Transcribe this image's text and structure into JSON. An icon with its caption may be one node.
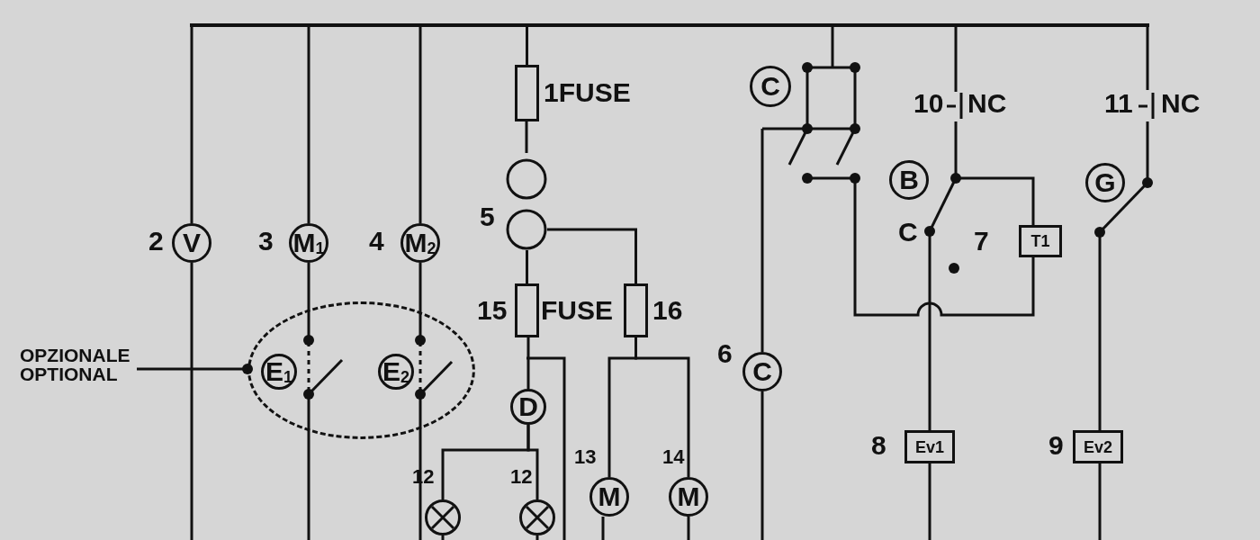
{
  "diagram": {
    "nodes": [
      {
        "text": [
          "V"
        ],
        "beside": [
          "2"
        ]
      },
      {
        "text": [
          "M$_{1}$"
        ],
        "beside": [
          "3"
        ]
      },
      {
        "text": [
          "M$_{2}$"
        ],
        "beside": [
          "4"
        ]
      },
      {
        "text": [],
        "shape": "box",
        "beside": [
          "1FUSE"
        ]
      },
      {
        "text": [],
        "shape": "circle",
        "beside": [
          "5"
        ]
      },
      {
        "text": [],
        "shape": "box",
        "beside": [
          "15"
        ]
      },
      {
        "text": [],
        "shape": "box",
        "beside": [
          "16"
        ]
      },
      {
        "text": [
          "C"
        ]
      },
      {
        "text": [
          "B"
        ]
      },
      {
        "text": [
          "G"
        ]
      },
      {
        "text": [
          "T1"
        ]
      },
      {
        "text": [],
        "shape": "ellipse"
      },
      {
        "text": [
          "E$_{1}$"
        ],
        "in": 11
      },
      {
        "text": [
          "E$_{2}$"
        ],
        "in": 11
      },
      {
        "text": [
          "D"
        ]
      },
      {
        "text": [],
        "shape": "circle",
        "beside": [
          "12"
        ]
      },
      {
        "text": [],
        "shape": "circle",
        "beside": [
          "12"
        ]
      },
      {
        "text": [
          "M"
        ],
        "beside": [
          "13"
        ]
      },
      {
        "text": [
          "M"
        ],
        "beside": [
          "14"
        ]
      },
      {
        "text": [
          "C"
        ],
        "beside": [
          "6"
        ]
      },
      {
        "text": [
          "Ev1"
        ],
        "beside": [
          "8"
        ]
      },
      {
        "text": [
          "Ev2"
        ],
        "beside": [
          "9"
        ]
      },
      {
        "text": [
          "OPZIONALE OPTIONAL"
        ]
      },
      {
        "text": [],
        "shape": "bar"
      }
    ],
    "edges": [
      {
        "from": 3,
        "to": 4,
        "arrow": "none"
      },
      {
        "from": 4,
        "to": 5,
        "arrow": "none"
      },
      {
        "from": 4,
        "to": 6,
        "arrow": "none"
      },
      {
        "from": 5,
        "to": 14,
        "arrow": "none"
      },
      {
        "from": 14,
        "to": 15,
        "arrow": "none"
      },
      {
        "from": 14,
        "to": 16,
        "arrow": "none"
      },
      {
        "from": 6,
        "to": 17,
        "arrow": "none"
      },
      {
        "from": 6,
        "to": 18,
        "arrow": "none"
      },
      {
        "from": 22,
        "to": 11,
        "arrow": "other"
      },
      {
        "from": 23,
        "to": 0,
        "arrow": "none"
      },
      {
        "from": 23,
        "to": 1,
        "arrow": "none"
      },
      {
        "from": 23,
        "to": 2,
        "arrow": "none"
      },
      {
        "from": 23,
        "to": 3,
        "arrow": "none"
      }
    ],
    "labels": [
      "10",
      "NC",
      "11",
      "NC",
      "FUSE",
      "C",
      "7"
    ]
  }
}
